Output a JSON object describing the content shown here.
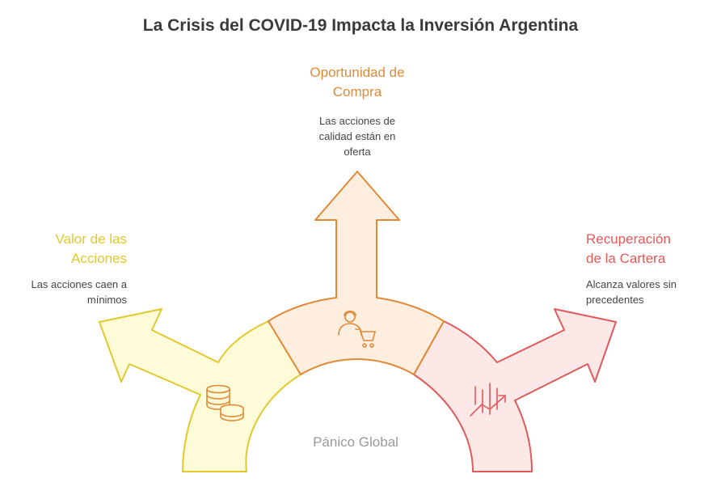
{
  "title": "La Crisis del COVID-19 Impacta la Inversión Argentina",
  "center": {
    "label": "Pánico Global"
  },
  "branches": {
    "left": {
      "heading_line1": "Valor de las",
      "heading_line2": "Acciones",
      "desc_line1": "Las acciones caen a",
      "desc_line2": "mínimos",
      "icon": "coins-stack-icon",
      "color": "#e2c92b",
      "fill": "#fefbd9"
    },
    "top": {
      "heading_line1": "Oportunidad de",
      "heading_line2": "Compra",
      "desc_line1": "Las acciones de",
      "desc_line2": "calidad están en",
      "desc_line3": "oferta",
      "icon": "shopper-cart-icon",
      "color": "#e08a36",
      "fill": "#fdeee0"
    },
    "right": {
      "heading_line1": "Recuperación",
      "heading_line2": "de la Cartera",
      "desc_line1": "Alcanza valores sin",
      "desc_line2": "precedentes",
      "icon": "growth-chart-icon",
      "color": "#e05a5a",
      "fill": "#fde8e8"
    }
  }
}
